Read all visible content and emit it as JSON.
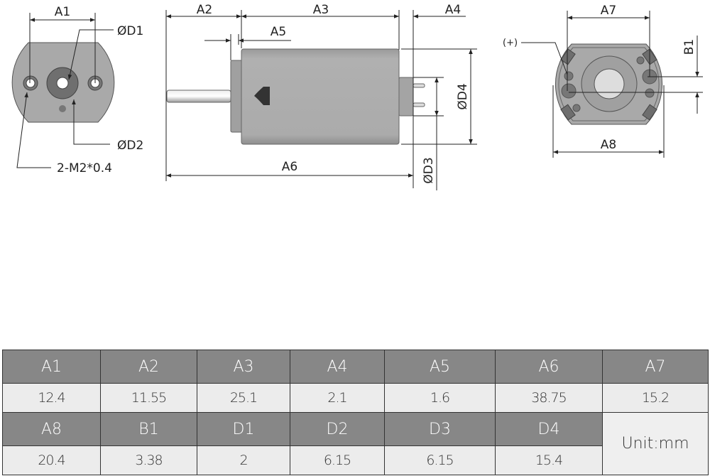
{
  "front_view": {
    "a1": "A1",
    "d1": "ØD1",
    "d2": "ØD2",
    "thread": "2-M2*0.4"
  },
  "side_view": {
    "a2": "A2",
    "a3": "A3",
    "a4": "A4",
    "a5": "A5",
    "a6": "A6",
    "d3": "ØD3",
    "d4": "ØD4"
  },
  "rear_view": {
    "a7": "A7",
    "a8": "A8",
    "b1": "B1",
    "plus": "(+)"
  },
  "table": {
    "row1_headers": [
      "A1",
      "A2",
      "A3",
      "A4",
      "A5",
      "A6",
      "A7"
    ],
    "row1_values": [
      "12.4",
      "11.55",
      "25.1",
      "2.1",
      "1.6",
      "38.75",
      "15.2"
    ],
    "row2_headers": [
      "A8",
      "B1",
      "D1",
      "D2",
      "D3",
      "D4"
    ],
    "row2_values": [
      "20.4",
      "3.38",
      "2",
      "6.15",
      "6.15",
      "15.4"
    ],
    "unit": "Unit:mm"
  },
  "colors": {
    "header": "#878787",
    "value": "#ececec",
    "body": "#a8a8a8"
  }
}
